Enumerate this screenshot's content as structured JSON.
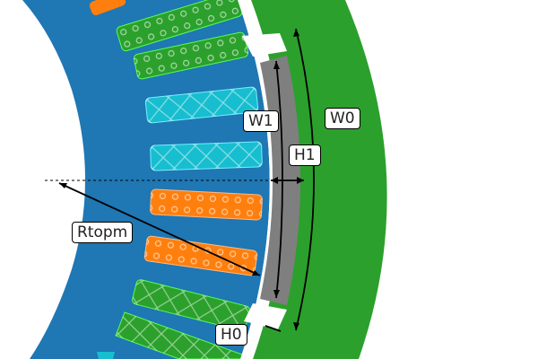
{
  "labels": {
    "w0": "W0",
    "w1": "W1",
    "h0": "H0",
    "h1": "H1",
    "rtopm": "Rtopm"
  },
  "colors": {
    "rotor": "#1f77b4",
    "stator": "#2ca02c",
    "magnet": "#7f7f7f",
    "slot_orange": "#ff7f0e",
    "slot_green": "#2ca02c",
    "slot_cyan": "#17becf"
  }
}
